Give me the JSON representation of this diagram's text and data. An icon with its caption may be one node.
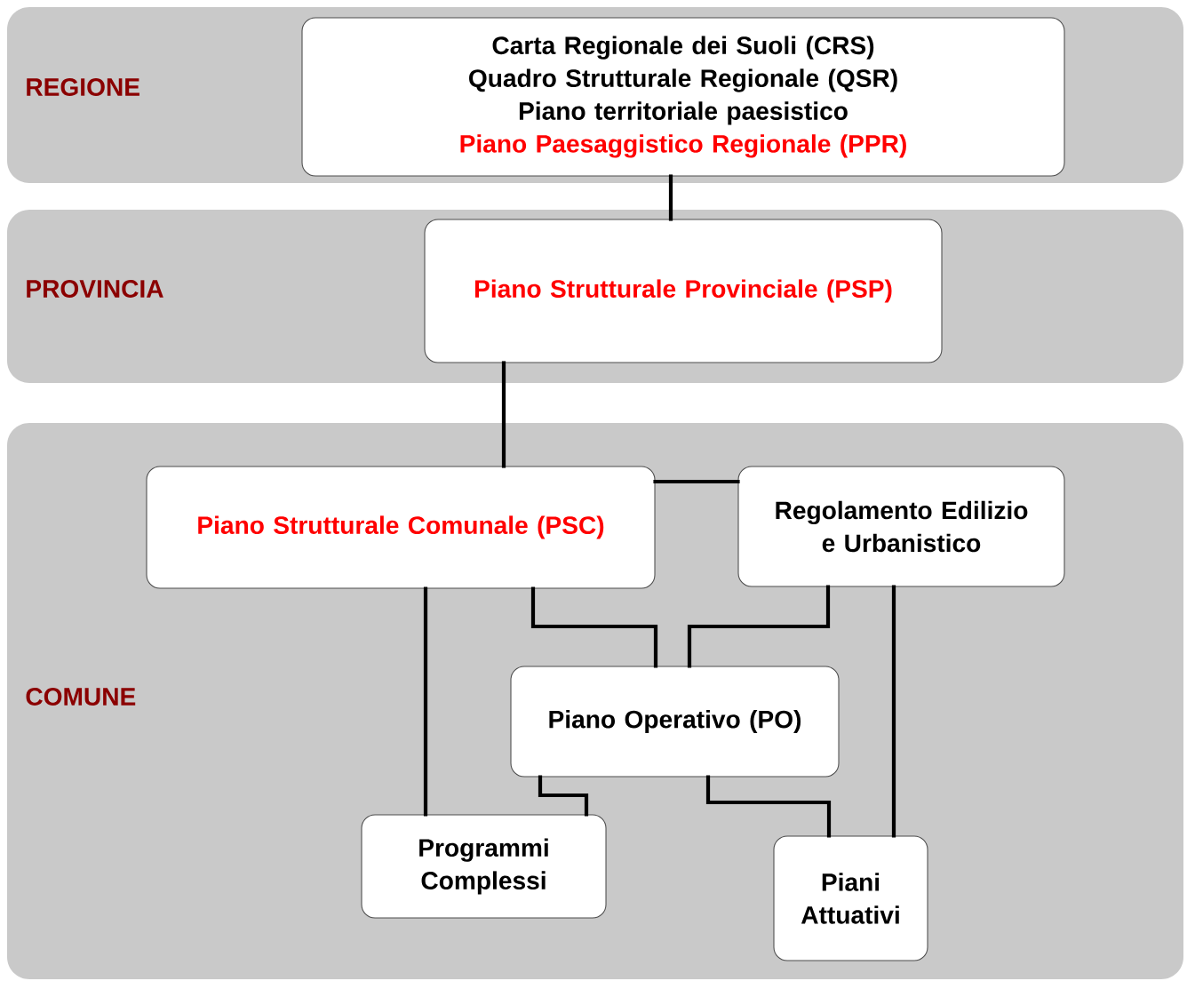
{
  "diagram": {
    "nodes": [
      {
        "text": [
          "REGIONE"
        ]
      },
      {
        "text": [
          "Carta Regionale dei Suoli (CRS)",
          "Quadro Strutturale Regionale (QSR)",
          "Piano territoriale paesistico",
          "Piano Paesaggistico Regionale (PPR)"
        ],
        "in": 0
      },
      {
        "text": [
          "PROVINCIA"
        ]
      },
      {
        "text": [
          "Piano Strutturale Provinciale (PSP)"
        ],
        "in": 2
      },
      {
        "text": [
          "COMUNE"
        ]
      },
      {
        "text": [
          "Piano Strutturale Comunale (PSC)"
        ],
        "in": 4
      },
      {
        "text": [
          "Regolamento Edilizio e Urbanistico"
        ],
        "in": 4
      },
      {
        "text": [
          "Piano Operativo (PO)"
        ],
        "in": 4
      },
      {
        "text": [
          "Programmi Complessi"
        ],
        "in": 4
      },
      {
        "text": [
          "Piani Attuativi"
        ],
        "in": 4
      }
    ],
    "edges": [
      {
        "from": 1,
        "to": 3,
        "arrow": "none"
      },
      {
        "from": 3,
        "to": 5,
        "arrow": "none"
      },
      {
        "from": 5,
        "to": 6,
        "arrow": "none"
      },
      {
        "from": 5,
        "to": 7,
        "arrow": "none"
      },
      {
        "from": 6,
        "to": 7,
        "arrow": "none"
      },
      {
        "from": 5,
        "to": 8,
        "arrow": "none"
      },
      {
        "from": 7,
        "to": 8,
        "arrow": "none"
      },
      {
        "from": 7,
        "to": 9,
        "arrow": "none"
      },
      {
        "from": 6,
        "to": 9,
        "arrow": "none"
      }
    ]
  }
}
